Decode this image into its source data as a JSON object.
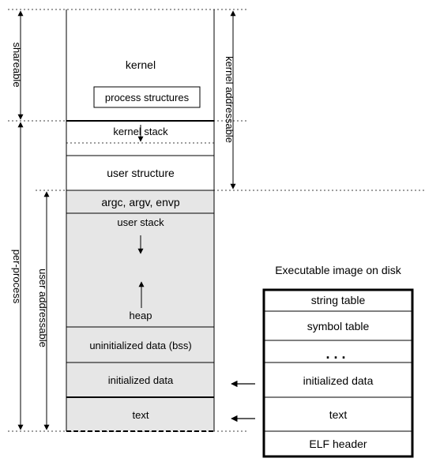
{
  "left_labels": {
    "shareable": "shareable",
    "per_process": "per-process",
    "user_addressable": "user addressable",
    "kernel_addressable": "kernel addressable"
  },
  "memory": {
    "kernel": "kernel",
    "process_structures": "process structures",
    "kernel_stack": "kernel stack",
    "user_structure": "user structure",
    "argc_argv_envp": "argc, argv, envp",
    "user_stack": "user stack",
    "heap": "heap",
    "bss": "uninitialized data (bss)",
    "initialized_data": "initialized data",
    "text": "text"
  },
  "disk": {
    "title": "Executable image on disk",
    "string_table": "string table",
    "symbol_table": "symbol table",
    "ellipsis": ". . .",
    "initialized_data": "initialized data",
    "text": "text",
    "elf_header": "ELF header"
  },
  "colors": {
    "shaded": "#e6e6e6",
    "line": "#000000"
  }
}
